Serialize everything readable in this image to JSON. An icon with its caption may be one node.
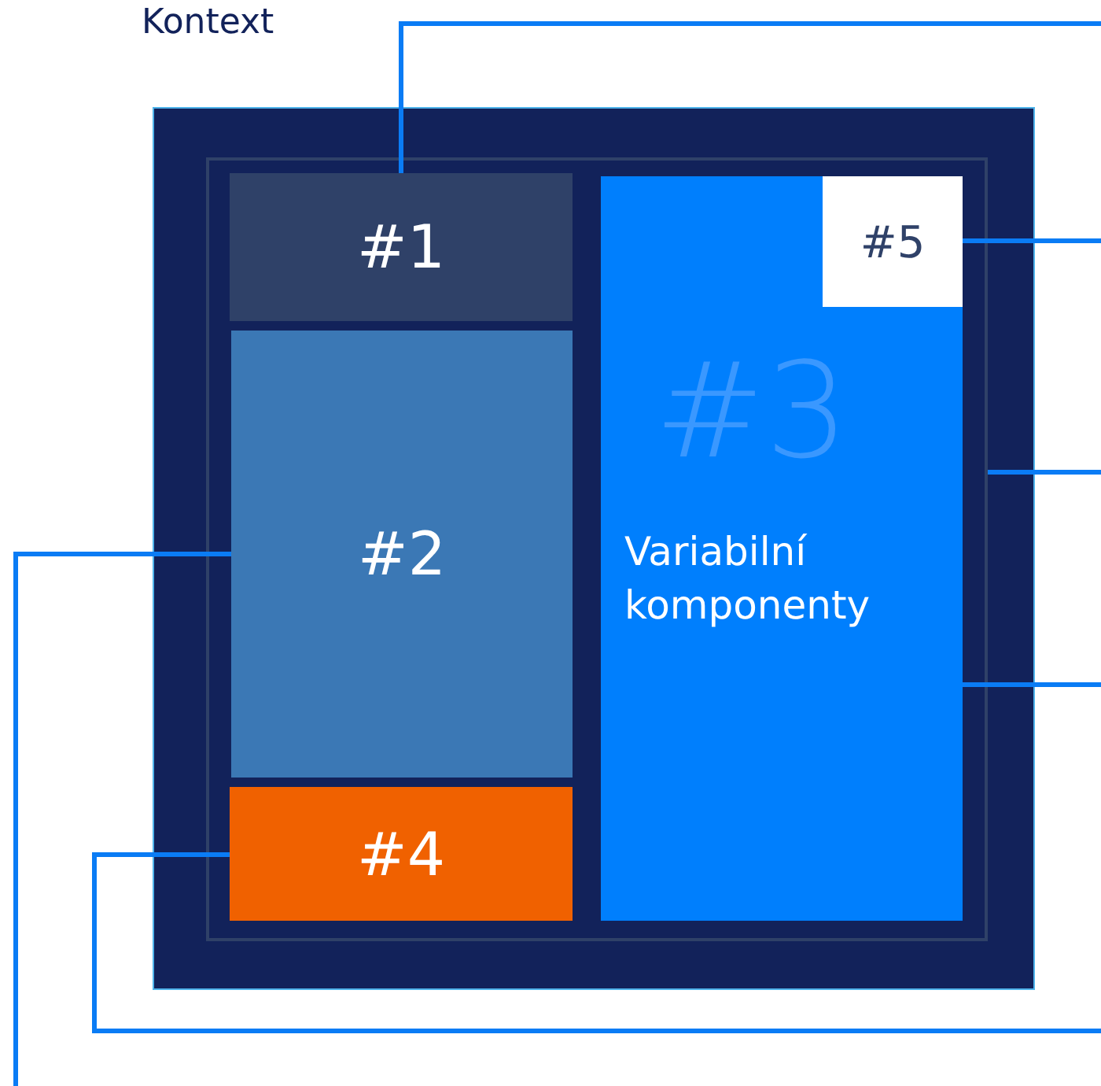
{
  "diagram": {
    "nodes": [
      {
        "text": [],
        "shape": "box"
      },
      {
        "text": [],
        "shape": "box",
        "in": 0
      },
      {
        "text": [
          "#1"
        ],
        "in": 1
      },
      {
        "text": [
          "#2"
        ],
        "in": 1
      },
      {
        "text": [
          "#3",
          "Variabilní komponenty"
        ],
        "in": 1
      },
      {
        "text": [
          "#5"
        ],
        "in": 4
      },
      {
        "text": [
          "#4"
        ],
        "in": 1
      }
    ],
    "edges": [
      {
        "from": 2,
        "to": null,
        "arrow": "none"
      },
      {
        "from": 5,
        "to": null,
        "arrow": "none"
      },
      {
        "from": 1,
        "to": null,
        "arrow": "none"
      },
      {
        "from": 4,
        "to": null,
        "arrow": "none"
      },
      {
        "from": 3,
        "to": null,
        "arrow": "none"
      },
      {
        "from": 6,
        "to": null,
        "arrow": "none"
      }
    ],
    "labels": [
      "Kontext"
    ]
  }
}
